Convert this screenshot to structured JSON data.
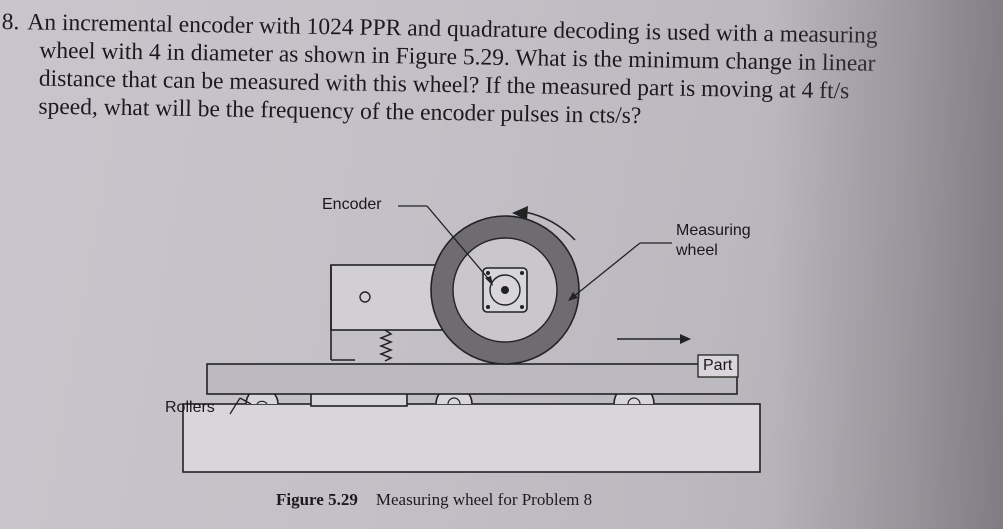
{
  "problem": {
    "number": "8.",
    "lines": [
      "An incremental encoder with 1024 PPR and quadrature decoding is used with a measuring",
      "wheel with 4 in diameter as shown in Figure 5.29. What is the minimum change in linear",
      "distance that can be measured with this wheel? If the measured part is moving at 4 ft/s",
      "speed, what will be the frequency of the encoder pulses in cts/s?"
    ]
  },
  "figure": {
    "labels": {
      "encoder": "Encoder",
      "measuring_wheel_1": "Measuring",
      "measuring_wheel_2": "wheel",
      "part": "Part",
      "rollers": "Rollers"
    },
    "caption_label": "Figure 5.29",
    "caption_text": "Measuring wheel for Problem 8"
  }
}
